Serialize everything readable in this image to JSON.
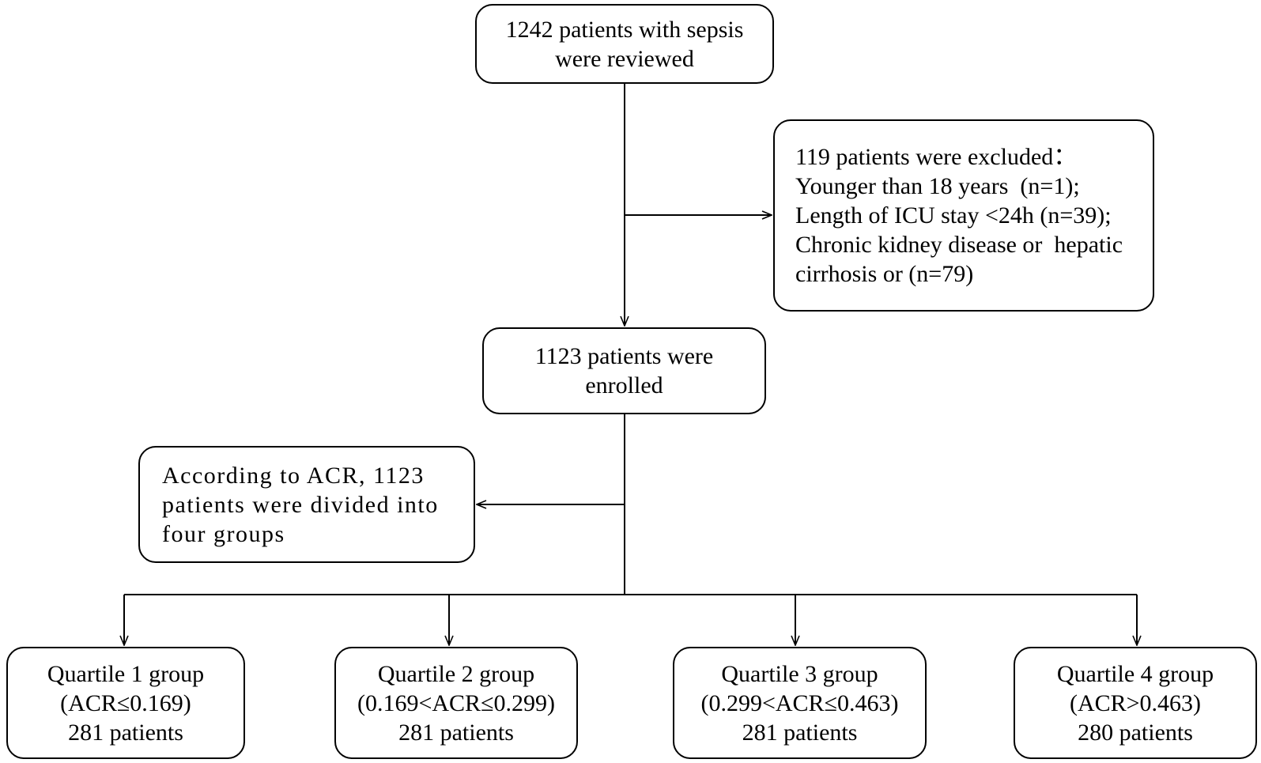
{
  "flowchart": {
    "reviewed": {
      "lines": [
        "1242 patients with sepsis",
        "were reviewed"
      ]
    },
    "excluded": {
      "lines": [
        "119 patients were excluded：",
        "Younger than 18 years  (n=1);",
        "Length of ICU stay <24h (n=39);",
        "Chronic kidney disease or  hepatic",
        "cirrhosis or (n=79)"
      ]
    },
    "enrolled": {
      "lines": [
        "1123 patients were",
        "enrolled"
      ]
    },
    "divided": {
      "lines": [
        "According to ACR, 1123",
        "patients were divided into",
        "four groups"
      ]
    },
    "quartiles": [
      {
        "name": "Quartile 1 group",
        "range": "(ACR≤0.169)",
        "count": "281 patients"
      },
      {
        "name": "Quartile 2 group",
        "range": "(0.169<ACR≤0.299)",
        "count": "281 patients"
      },
      {
        "name": "Quartile 3 group",
        "range": "(0.299<ACR≤0.463)",
        "count": "281 patients"
      },
      {
        "name": "Quartile 4 group",
        "range": "(ACR>0.463)",
        "count": "280 patients"
      }
    ]
  }
}
